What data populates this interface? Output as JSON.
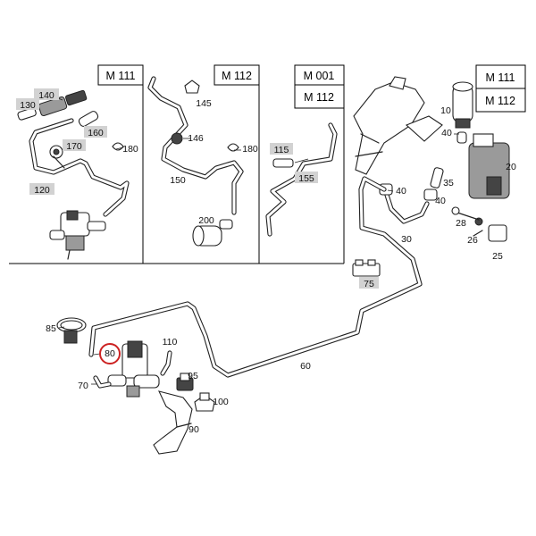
{
  "engine_codes": {
    "panel1": "M 111",
    "panel2": "M 112",
    "panel3_top": "M 001",
    "panel3_bottom": "M 112",
    "panel4_top": "M 111",
    "panel4_bottom": "M 112"
  },
  "callouts": {
    "p10": "10",
    "p20": "20",
    "p25": "25",
    "p26": "26",
    "p28": "28",
    "p30": "30",
    "p35": "35",
    "p40a": "40",
    "p40b": "40",
    "p40c": "40",
    "p60": "60",
    "p70": "70",
    "p75": "75",
    "p80": "80",
    "p85": "85",
    "p90": "90",
    "p95": "95",
    "p100": "100",
    "p110": "110",
    "p115": "115",
    "p120": "120",
    "p130": "130",
    "p140": "140",
    "p145": "145",
    "p146": "146",
    "p150": "150",
    "p155": "155",
    "p160": "160",
    "p170": "170",
    "p180a": "180",
    "p180b": "180",
    "p200": "200"
  },
  "colors": {
    "highlight_box": "#d2d2d2",
    "selected_ring": "#cc2222",
    "line": "#222222"
  }
}
